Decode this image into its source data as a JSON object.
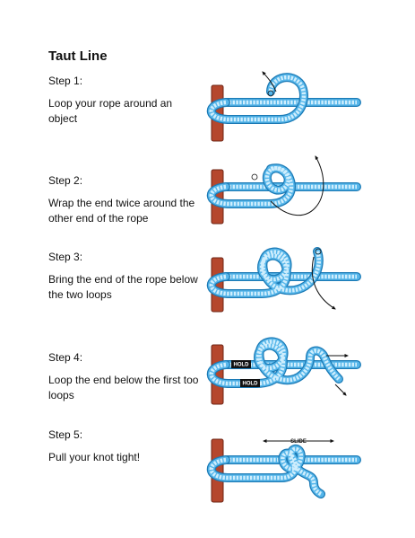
{
  "title": "Taut Line",
  "steps": [
    {
      "label": "Step 1:",
      "text": "Loop your rope around an object"
    },
    {
      "label": "Step 2:",
      "text": "Wrap the end twice around the other end of the rope"
    },
    {
      "label": "Step 3:",
      "text": "Bring the end of the rope below the two loops"
    },
    {
      "label": "Step 4:",
      "text": "Loop the end below the first too loops"
    },
    {
      "label": "Step 5:",
      "text": "Pull your knot tight!"
    }
  ],
  "tags": {
    "hold_upper": "HOLD",
    "hold_lower": "HOLD",
    "slide": "SLIDE"
  },
  "colors": {
    "rope": "#56b6ea",
    "rope_outline": "#1b7ab5",
    "rope_segment": "#cfeefd",
    "post": "#b5472d",
    "post_outline": "#6e2414",
    "arrow": "#111111"
  }
}
